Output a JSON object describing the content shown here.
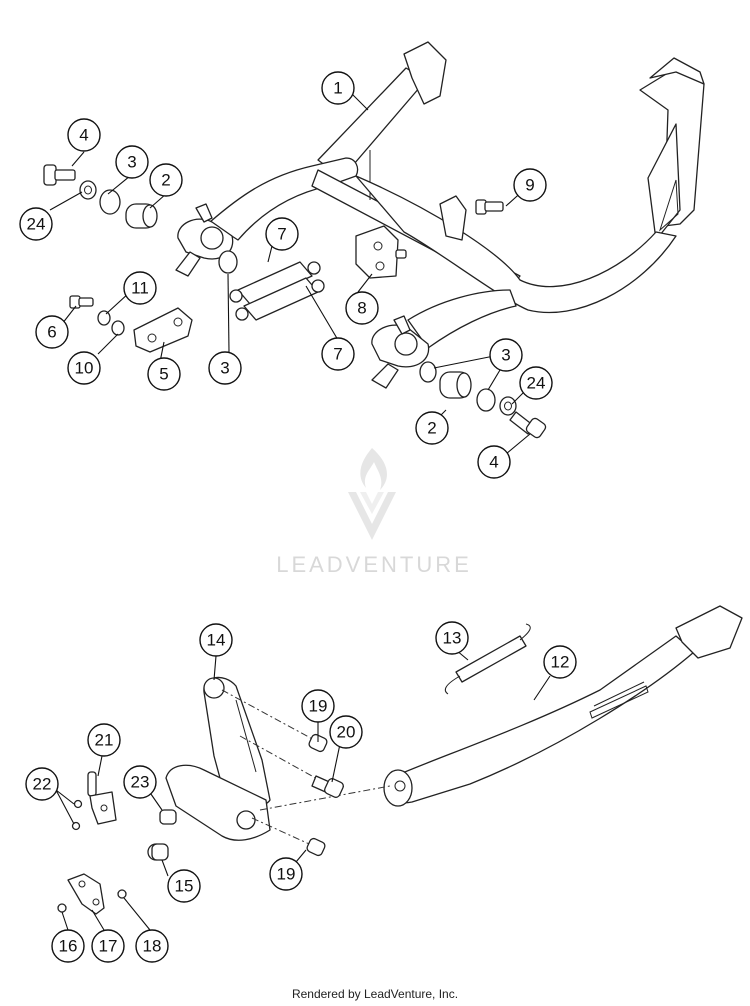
{
  "watermark": {
    "brand": "LEADVENTURE"
  },
  "footer": {
    "text": "Rendered by LeadVenture, Inc."
  },
  "callouts": [
    {
      "id": "c1",
      "label": "1"
    },
    {
      "id": "c2a",
      "label": "2"
    },
    {
      "id": "c2b",
      "label": "2"
    },
    {
      "id": "c3a",
      "label": "3"
    },
    {
      "id": "c3b",
      "label": "3"
    },
    {
      "id": "c3c",
      "label": "3"
    },
    {
      "id": "c4a",
      "label": "4"
    },
    {
      "id": "c4b",
      "label": "4"
    },
    {
      "id": "c5",
      "label": "5"
    },
    {
      "id": "c6",
      "label": "6"
    },
    {
      "id": "c7a",
      "label": "7"
    },
    {
      "id": "c7b",
      "label": "7"
    },
    {
      "id": "c8",
      "label": "8"
    },
    {
      "id": "c9",
      "label": "9"
    },
    {
      "id": "c10",
      "label": "10"
    },
    {
      "id": "c11",
      "label": "11"
    },
    {
      "id": "c12",
      "label": "12"
    },
    {
      "id": "c13",
      "label": "13"
    },
    {
      "id": "c14",
      "label": "14"
    },
    {
      "id": "c15",
      "label": "15"
    },
    {
      "id": "c16",
      "label": "16"
    },
    {
      "id": "c17",
      "label": "17"
    },
    {
      "id": "c18",
      "label": "18"
    },
    {
      "id": "c19a",
      "label": "19"
    },
    {
      "id": "c19b",
      "label": "19"
    },
    {
      "id": "c20",
      "label": "20"
    },
    {
      "id": "c21",
      "label": "21"
    },
    {
      "id": "c22",
      "label": "22"
    },
    {
      "id": "c23",
      "label": "23"
    },
    {
      "id": "c24a",
      "label": "24"
    },
    {
      "id": "c24b",
      "label": "24"
    }
  ]
}
